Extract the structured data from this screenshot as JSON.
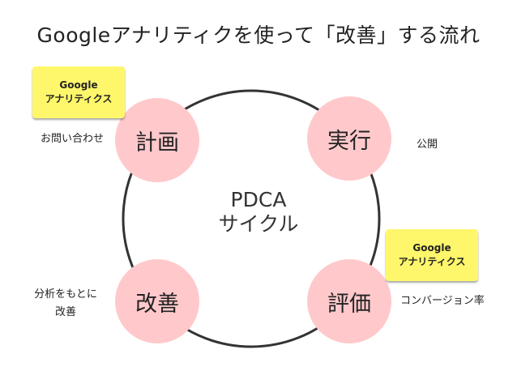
{
  "title": "Googleアナリティクを使って「改善」する流れ",
  "center": {
    "line1": "PDCA",
    "line2": "サイクル"
  },
  "nodes": {
    "plan": "計画",
    "do": "実行",
    "check": "評価",
    "act": "改善"
  },
  "notes": {
    "plan": "お問い合わせ",
    "do": "公開",
    "check": "コンバージョン率",
    "act_line1": "分析をもとに",
    "act_line2": "改善"
  },
  "bubbles": {
    "plan": {
      "line1": "Google",
      "line2": "アナリティクス"
    },
    "check": {
      "line1": "Google",
      "line2": "アナリティクス"
    }
  },
  "colors": {
    "node_fill": "#ffc9cc",
    "bubble_fill": "#fff76b",
    "cycle_stroke": "#333333"
  }
}
